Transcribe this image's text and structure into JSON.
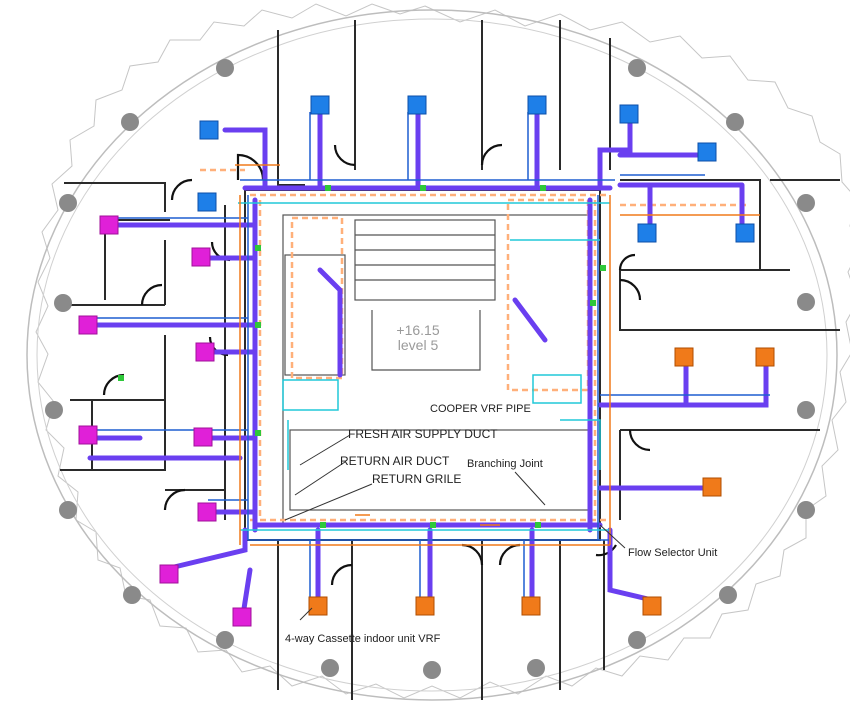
{
  "level": {
    "elevation": "+16.15",
    "name": "level 5"
  },
  "annotations": {
    "cooper_vrf_pipe": "COOPER VRF PIPE",
    "fresh_air_supply_duct": "FRESH AIR SUPPLY DUCT",
    "return_air_duct": "RETURN AIR DUCT",
    "branching_joint": "Branching Joint",
    "return_grile": "RETURN GRILE",
    "flow_selector_unit": "Flow Selector Unit",
    "cassette_unit": "4-way Cassette indoor unit VRF"
  },
  "colors": {
    "blue_unit": "#1e7fe8",
    "magenta_unit": "#e020d8",
    "orange_unit": "#f07a1a",
    "supply_duct": "#6a3ff0",
    "refrigerant_pipe": "#1f5fd0",
    "fresh_air": "#ffb07a",
    "cyan_line": "#20c8d8",
    "green_marker": "#2ec83a",
    "wall": "#2a2a2a",
    "column": "#8a8a8a",
    "facade": "#bdbdbd"
  }
}
